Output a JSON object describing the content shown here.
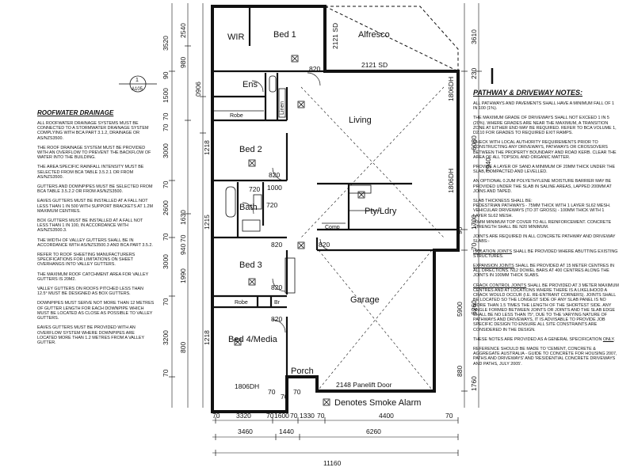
{
  "rooms": {
    "wir": "WIR",
    "bed1": "Bed 1",
    "alfresco": "Alfresco",
    "ens": "Ens",
    "linen": "Linen",
    "robe1": "Robe",
    "living": "Living",
    "bed2": "Bed 2",
    "bath": "Bath",
    "pty_ldry": "Pty/Ldry",
    "comp": "Comp",
    "bed3": "Bed 3",
    "robe2": "Robe",
    "br": "Br",
    "garage": "Garage",
    "bed4": "Bed 4/Media",
    "porch": "Porch"
  },
  "labels": {
    "sd1": "2121 SD",
    "sd2": "2121 SD",
    "door_820": "820",
    "door_720": "720",
    "door_1000": "1000",
    "dh_1806": "1806DH",
    "panelift": "2148 Panelift Door",
    "smoke_legend": "Denotes  Smoke Alarm",
    "section_num": "1",
    "section_ref": "A105"
  },
  "dims": {
    "left": [
      "2540",
      "3520",
      "980",
      "90",
      "1500",
      "70",
      "0906",
      "70",
      "3000",
      "1218",
      "70",
      "2600",
      "1630",
      "70",
      "1215",
      "70",
      "940",
      "1990",
      "3000",
      "70",
      "800",
      "3200",
      "1218",
      "70",
      "1806DH"
    ],
    "right": [
      "3610",
      "230",
      "1806DH",
      "6080",
      "7940",
      "1806DH",
      "1700",
      "90",
      "70",
      "5900",
      "6260",
      "880",
      "1760",
      "230"
    ],
    "bottom1": [
      "70",
      "3320",
      "70",
      "1600",
      "70",
      "1330",
      "70",
      "4400",
      "70"
    ],
    "bottom2": [
      "3460",
      "1440",
      "6260"
    ],
    "overall": "11160",
    "small_bottom": [
      "70",
      "70",
      "70"
    ]
  },
  "roof_notes": {
    "title": "ROOFWATER DRAINAGE",
    "paras": [
      "ALL ROOFWATER DRAINAGE SYSTEMS MUST BE CONNECTED TO A STORMWATER DRAINAGE SYSTEM COMPLYING WITH BCA PART 3.1.2, DRAINAGE OR AS/NZS3500.",
      "THE ROOF DRAINAGE SYSTEM MUST BE PROVIDED WITH AN OVERFLOW TO PREVENT THE BACKFLOW OF WATER INTO THE BUILDING.",
      "THE AREA SPECIFIC RAINFALL INTENSITY MUST BE SELECTED FROM BCA TABLE 3.5.2.1 OR FROM AS/NZS3500.",
      "GUTTERS AND DOWNPIPES MUST BE SELECTED FROM BCA TABLE 3.5.2.2 OR FROM AS/NZS3500.",
      "EAVES GUTTERS MUST BE INSTALLED AT A FALL NOT LESS THAN 1 IN 500 WITH SUPPORT BRACKETS AT 1.2m MAXIMUM CENTRES.",
      "BOX GUTTERS MUST BE INSTALLED AT A FALL NOT LESS THAN 1 IN 100, IN ACCORDANCE WITH AS/NZS3500.3.",
      "THE WIDTH OF VALLEY GUTTERS SHALL BE IN ACCORDANCE WITH AS/NZS3500.3 AND BCA PART 3.5.2.",
      "REFER TO ROOF SHEETING MANUFACTURERS SPECIFICATIONS FOR LIMITATIONS ON SHEET OVERHANGS INTO VALLEY GUTTERS.",
      "THE MAXIMUM ROOF CATCHMENT AREA FOR VALLEY GUTTERS IS 20m2.",
      "VALLEY GUTTERS ON ROOFS PITCHED LESS THAN 12.5° MUST BE DESIGNED AS BOX GUTTERS.",
      "DOWNPIPES MUST SERVE NOT MORE THAN 12 METRES OF GUTTER LENGTH FOR EACH DOWNPIPE WHICH MUST BE LOCATED AS CLOSE AS POSSIBLE TO VALLEY GUTTERS.",
      "EAVES GUTTERS MUST BE PROVIDED WITH AN OVERFLOW SYSTEM WHERE DOWNPIPES ARE LOCATED MORE THAN 1.2 METRES FROM A VALLEY GUTTER."
    ]
  },
  "pathway_notes": {
    "title": "PATHWAY & DRIVEWAY NOTES:",
    "p1": "ALL PATHWAYS AND PAVEMENTS SHALL HAVE A MINIMUM FALL OF 1 IN 100 (1%).",
    "p2": "THE MAXIMUM GRADE OF DRIVEWAYS SHALL NOT EXCEED 1 IN 5 (20%). WHERE GRADES ARE NEAR THE MAXIMUM, A TRANSITION ZONE AT EITHER END MAY BE REQUIRED. REFER TO BCA VOLUME 1, D2.10 FOR GRADES TO REQUIRED EXIT RAMPS.",
    "p3": "CHECK WITH LOCAL AUTHORITY REQUIREMENTS PRIOR TO CONSTRUCTING ANY DRIVEWAYS, PATHWAYS OR CROSSOVERS BETWEEN THE PROPERTY BOUNDARY AND ROAD KERB. CLEAR THE AREA OF ALL TOPSOIL AND ORGANIC MATTER.",
    "p4": "PROVIDE A LAYER OF SAND A MINIMUM OF 20mm THICK UNDER THE SLAB, COMPACTED AND LEVELLED.",
    "p5": "AN OPTIONAL 0.2um POLYETHYLENE MOISTURE BARRIER MAY BE PROVIDED UNDER THE SLAB IN SALINE AREAS, LAPPED 200mm AT JOINS AND TAPED.",
    "p6a": "SLAB THICKNESS SHALL BE:",
    "p6b": "PEDESTRIAN PATHWAYS - 75mm THICK WITH 1 LAYER SL62 MESH.",
    "p6c": "VEHICULAR DRIVEWAYS (TO 3t GROSS) - 100mm THICK WITH 1 LAYER SL62 MESH.",
    "p7": "30mm MINIMUM TOP COVER TO ALL REINFORCEMENT. CONCRETE STRENGTH SHALL BE N20 MINIMUM.",
    "p8": "JOINTS ARE REQUIRED IN ALL CONCRETE PATHWAY AND DRIVEWAY SLABS:-",
    "p9_lead": "ISOLATION JOINTS",
    "p9": " SHALL BE PROVIDED WHERE ABUTTING EXISTING STRUCTURES.",
    "p10_lead": "EXPANSION JOINTS",
    "p10": " SHALL BE PROVIDED AT 15 METER CENTRES IN ALL DIRECTIONS. N12 DOWEL BARS AT 400 CENTRES ALONG THE JOINTS IN 100mm THICK SLABS.",
    "p11_lead": "CRACK CONTROL JOINTS",
    "p11": " SHALL BE PROVIDED AT 3 METER MAXIMUM CENTRES AND AT LOCATIONS WHERE THERE IS A LIKELIHOOD A CRACK WOULD OCCUR (i.e. RE-ENTRANT CORNERS). JOINTS SHALL BE LOCATED SO THE LONGEST SIDE OF ANY SLAB PANEL IS NO MORE THAN 1.5 TIMES THE LENGTH OF THE SHORTEST SIDE. ANY ANGLE FORMED BETWEEN JOINTS OR JOINTS AND THE SLAB EDGE SHALL BE NO LESS THAN 75°, DUE TO THE VARYING NATURE OF PATHWAYS AND DRIVEWAYS, IT IS ADVISABLE TO PROVIDE JOB SPECIFIC DESIGN TO ENSURE ALL SITE CONSTRAINTS ARE CONSIDERED IN THE DESIGN.",
    "p12_a": "THESE NOTES ARE PROVIDED AS A GENERAL SPECIFICATION ",
    "p12_b": "ONLY",
    "p13": "REFERENCE SHOULD BE MADE TO 'CEMENT, CONCRETE & AGGREGATE AUSTRALIA - GUIDE TO CONCRETE FOR HOUSING 2007, PATHS AND DRIVEWAYS' AND 'RESIDENTIAL CONCRETE DRIVEWAYS AND PATHS, JULY 2005'."
  }
}
